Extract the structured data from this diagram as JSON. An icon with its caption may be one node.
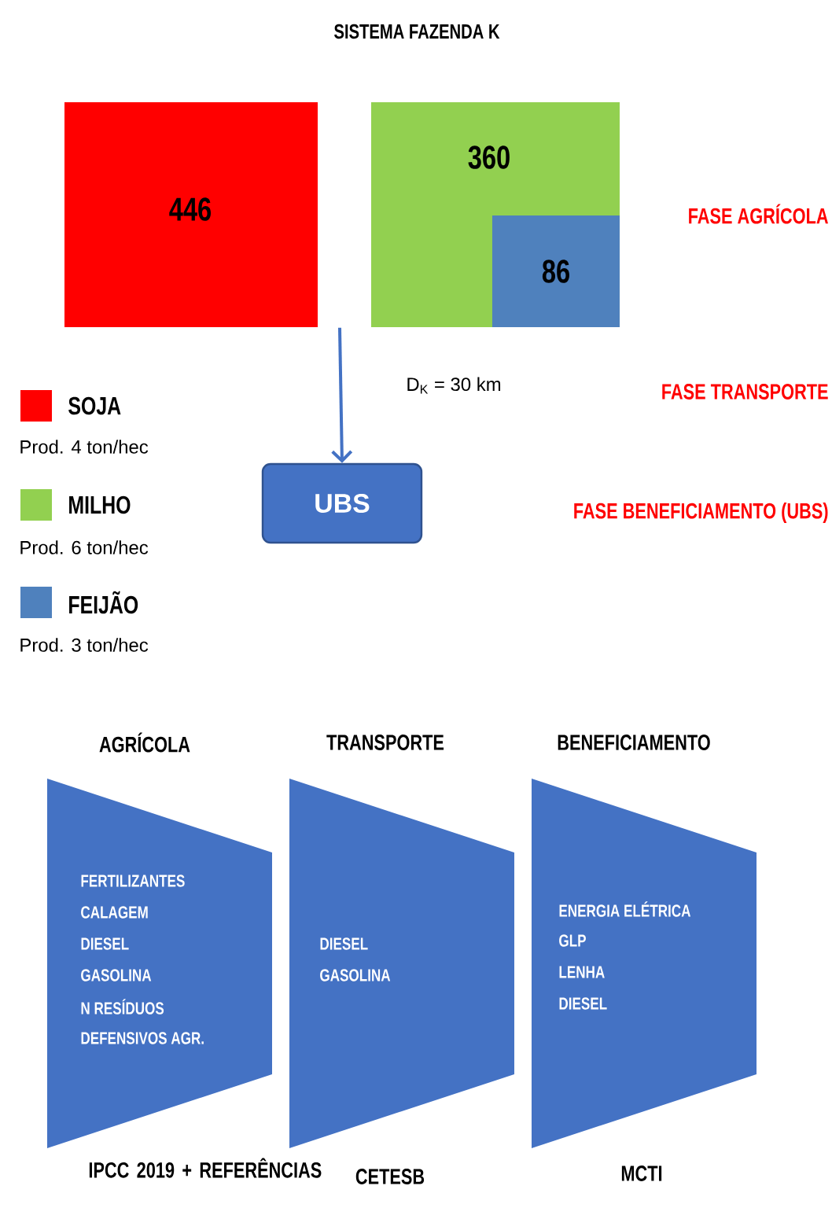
{
  "diagram": {
    "title": "SISTEMA FAZENDA K",
    "nodes": [
      {
        "text": [
          "446"
        ]
      },
      {
        "text": [
          "360"
        ]
      },
      {
        "text": [
          "86"
        ],
        "in": 1
      },
      {
        "text": [
          "UBS"
        ]
      },
      {
        "text": [
          "AGRÍCOLA",
          "FERTILIZANTES",
          "CALAGEM",
          "DIESEL",
          "GASOLINA",
          "N RESÍDUOS",
          "DEFENSIVOS AGR."
        ],
        "beside": [
          "IPCC 2019 + REFERÊNCIAS"
        ]
      },
      {
        "text": [
          "TRANSPORTE",
          "DIESEL",
          "GASOLINA"
        ],
        "beside": [
          "CETESB"
        ]
      },
      {
        "text": [
          "BENEFICIAMENTO",
          "ENERGIA ELÉTRICA",
          "GLP",
          "LENHA",
          "DIESEL"
        ],
        "beside": [
          "MCTI"
        ]
      }
    ],
    "edges": [
      {
        "from": null,
        "to": 3,
        "arrow": "to"
      }
    ],
    "labels": [
      "FASE AGRÍCOLA",
      "D$_{K}$ = 30 km",
      "FASE TRANSPORTE",
      "Prod. 4 ton/hec",
      "FASE BENEFICIAMENTO (UBS)",
      "Prod. 6 ton/hec",
      "Prod. 3 ton/hec"
    ],
    "legend": [
      {
        "text": "SOJA",
        "color": "#ff0000"
      },
      {
        "text": "MILHO",
        "color": "#92d050"
      },
      {
        "text": "FEIJÃO",
        "color": "#4f81bd"
      }
    ]
  }
}
